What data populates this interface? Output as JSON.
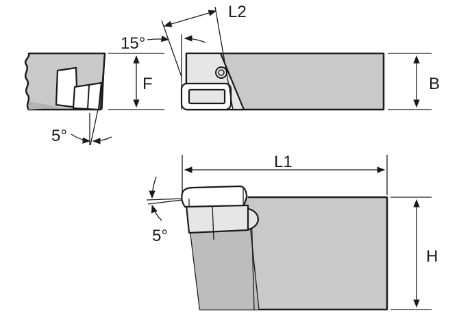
{
  "labels": {
    "L2": "L2",
    "angle_15": "15°",
    "F": "F",
    "B": "B",
    "angle_5_top": "5°",
    "L1": "L1",
    "angle_5_bottom": "5°",
    "H": "H"
  },
  "colors": {
    "body": "#c9c9c9",
    "insert": "#e6e6e6",
    "line": "#1a1a1a"
  }
}
